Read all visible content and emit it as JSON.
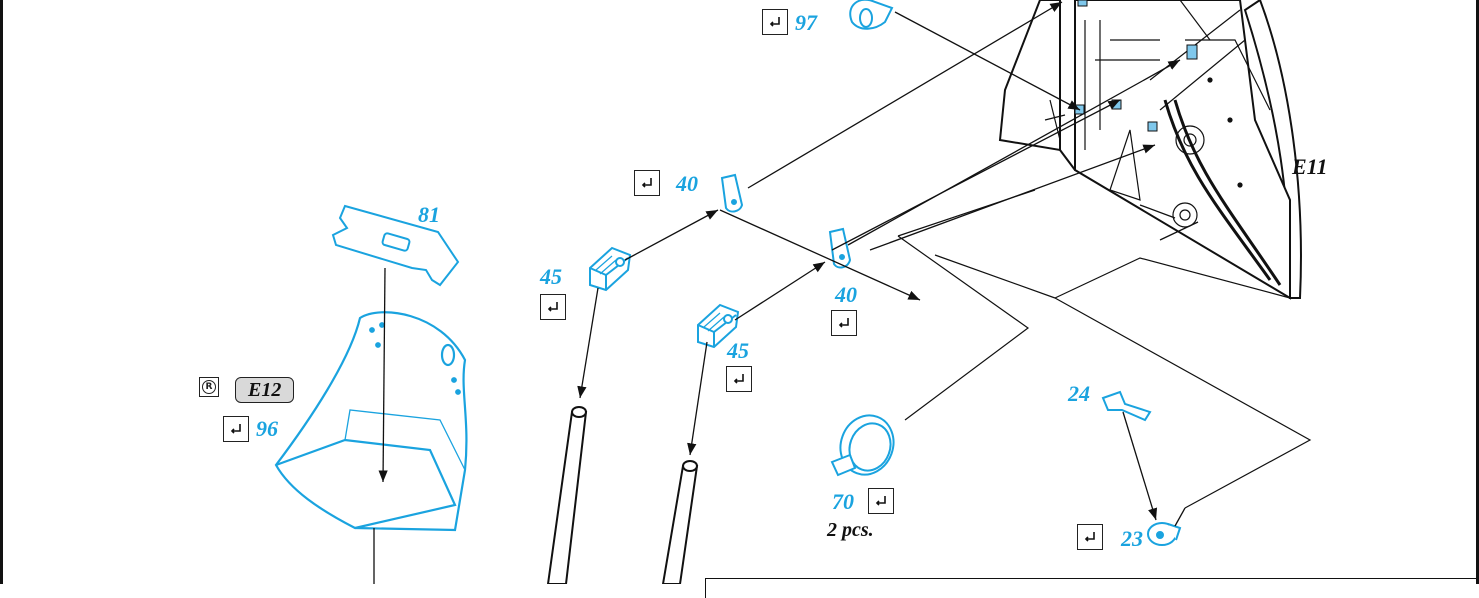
{
  "colors": {
    "accent": "#1aa3df",
    "line": "#111111",
    "part_fill": "#ffffff",
    "decal_fill": "#7fc8ec",
    "pill_fill": "#d9d9d9"
  },
  "labels": {
    "part_97": "97",
    "part_40a": "40",
    "part_40b": "40",
    "part_45a": "45",
    "part_45b": "45",
    "part_81": "81",
    "part_96": "96",
    "part_70": "70",
    "part_70_qty": "2 pcs.",
    "part_24": "24",
    "part_23": "23",
    "assembly_e11": "E11",
    "assembly_e12": "E12"
  },
  "icons": {
    "check": "check-box-icon",
    "registered": "r-circle-icon"
  }
}
